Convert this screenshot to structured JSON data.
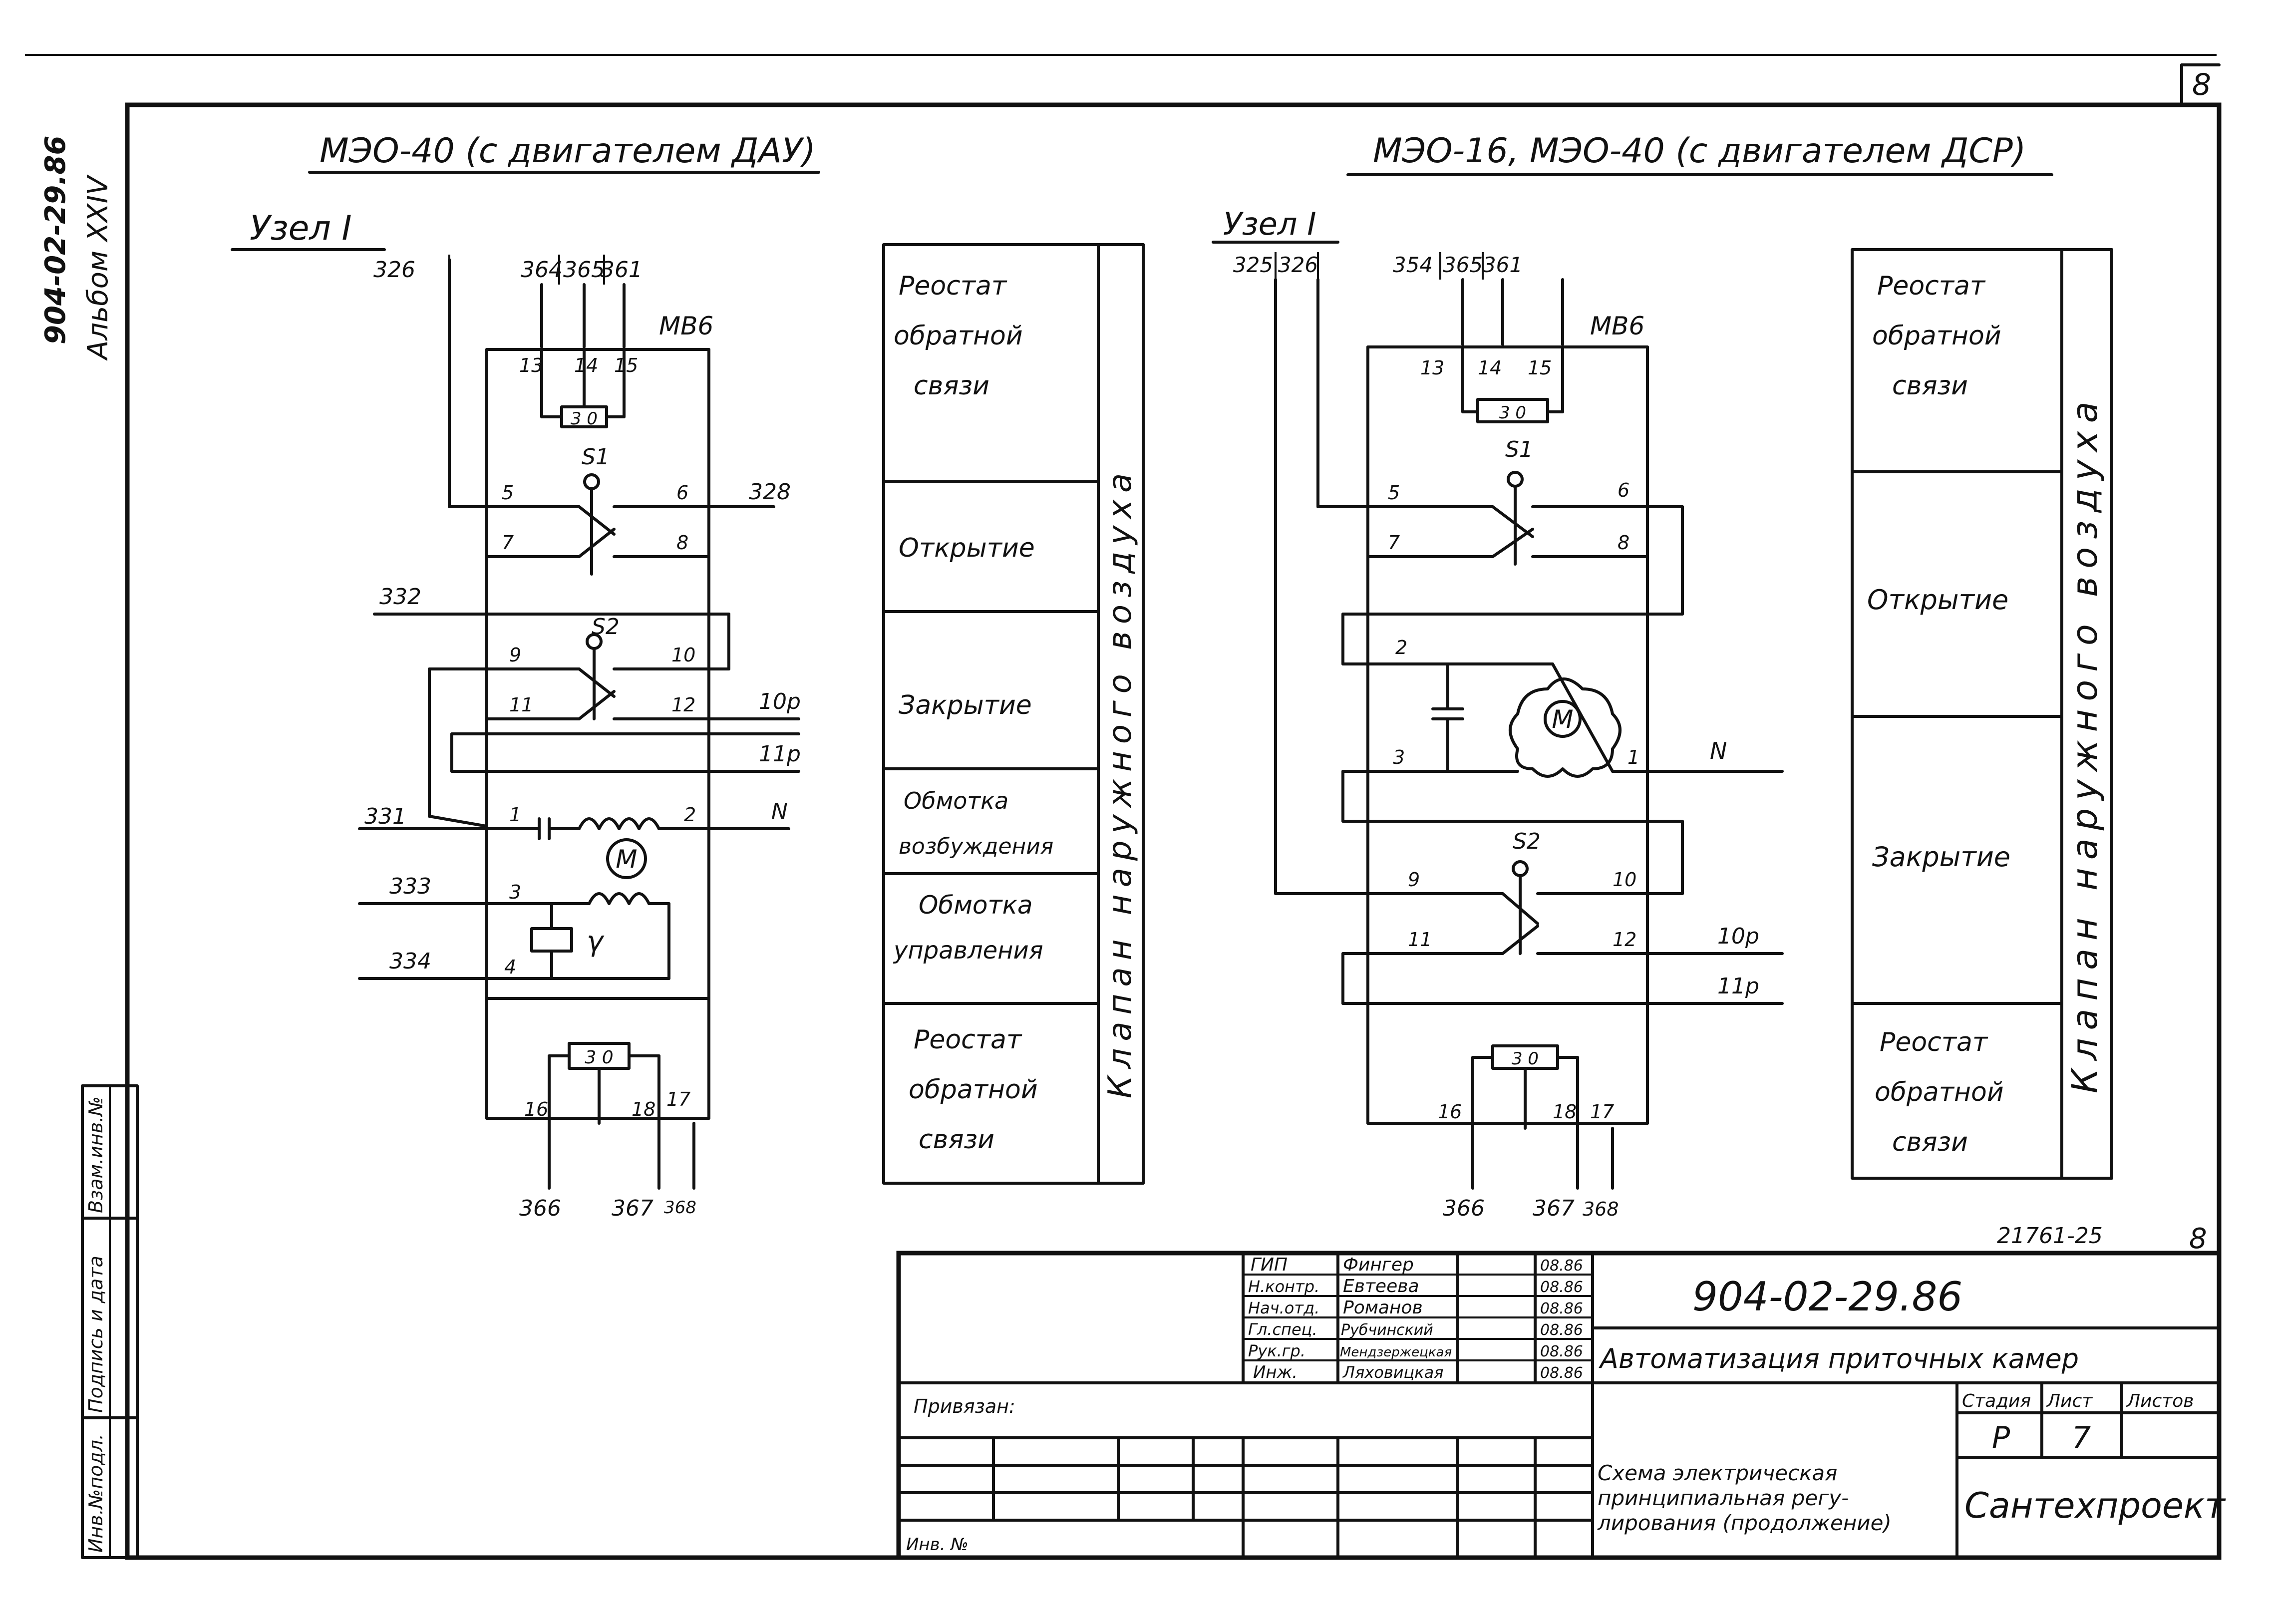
{
  "sheet_number": "8",
  "side": {
    "doc_code": "904-02-29.86",
    "album": "Альбом XXIV"
  },
  "left_stamp": [
    "Инв.№подл.",
    "Подпись и дата",
    "Взам.инв.№"
  ],
  "left_scheme": {
    "title": "МЭО-40 (с двигателем ДАУ)",
    "node": "Узел I",
    "terminal_block": "МВ6",
    "top_wires": [
      "326",
      "364",
      "365",
      "361"
    ],
    "right_wires": [
      "328",
      "10р",
      "11р",
      "N"
    ],
    "left_wires": [
      "332",
      "331",
      "333",
      "334"
    ],
    "bottom_wires": [
      "366",
      "367",
      "368"
    ],
    "contacts": [
      "13",
      "14",
      "15",
      "5",
      "6",
      "7",
      "8",
      "9",
      "10",
      "11",
      "12",
      "1",
      "2",
      "3",
      "4",
      "16",
      "18",
      "17"
    ],
    "switches": [
      "S1",
      "S2"
    ],
    "motor": "M",
    "rheostat": "3 0",
    "gamma": "γ"
  },
  "right_scheme": {
    "title": "МЭО-16, МЭО-40 (с двигателем ДСР)",
    "node": "Узел I",
    "terminal_block": "МВ6",
    "top_wires": [
      "325",
      "326",
      "354",
      "365",
      "361"
    ],
    "right_wires": [
      "N",
      "10р",
      "11р"
    ],
    "bottom_wires": [
      "366",
      "367",
      "368"
    ],
    "contacts": [
      "13",
      "14",
      "15",
      "5",
      "6",
      "7",
      "8",
      "2",
      "3",
      "1",
      "9",
      "10",
      "11",
      "12",
      "16",
      "18",
      "17"
    ],
    "switches": [
      "S1",
      "S2"
    ],
    "motor": "M",
    "rheostat": "3 0"
  },
  "legend_left": {
    "rows": [
      [
        "Реостат",
        "обратной",
        "связи"
      ],
      [
        "Открытие"
      ],
      [
        "Закрытие"
      ],
      [
        "Обмотка",
        "возбуждения"
      ],
      [
        "Обмотка",
        "управления"
      ],
      [
        "Реостат",
        "обратной",
        "связи"
      ]
    ],
    "side_label": "Клапан наружного воздуха"
  },
  "legend_right": {
    "rows": [
      [
        "Реостат",
        "обратной",
        "связи"
      ],
      [
        "Открытие"
      ],
      [
        "Закрытие"
      ],
      [
        "Реостат",
        "обратной",
        "связи"
      ]
    ],
    "side_label": "Клапан наружного воздуха"
  },
  "title_block": {
    "archive_no": "21761-25",
    "sheet_mark": "8",
    "signers": [
      {
        "role": "ГИП",
        "name": "Фингер",
        "date": "08.86"
      },
      {
        "role": "Н.контр.",
        "name": "Евтеева",
        "date": "08.86"
      },
      {
        "role": "Нач.отд.",
        "name": "Романов",
        "date": "08.86"
      },
      {
        "role": "Гл.спец.",
        "name": "Рубчинский",
        "date": "08.86"
      },
      {
        "role": "Рук.гр.",
        "name": "Мендзержецкая",
        "date": "08.86"
      },
      {
        "role": "Инж.",
        "name": "Ляховицкая",
        "date": "08.86"
      }
    ],
    "project_code": "904-02-29.86",
    "project_title": "Автоматизация приточных камер",
    "stage_header": "Стадия",
    "sheet_header": "Лист",
    "sheets_header": "Листов",
    "stage": "Р",
    "sheet": "7",
    "sheets": "",
    "drawing_title": [
      "Схема электрическая",
      "принципиальная регу-",
      "лирования (продолжение)"
    ],
    "organization": "Сантехпроект",
    "attached": "Привязан:",
    "inv_no": "Инв. №"
  }
}
